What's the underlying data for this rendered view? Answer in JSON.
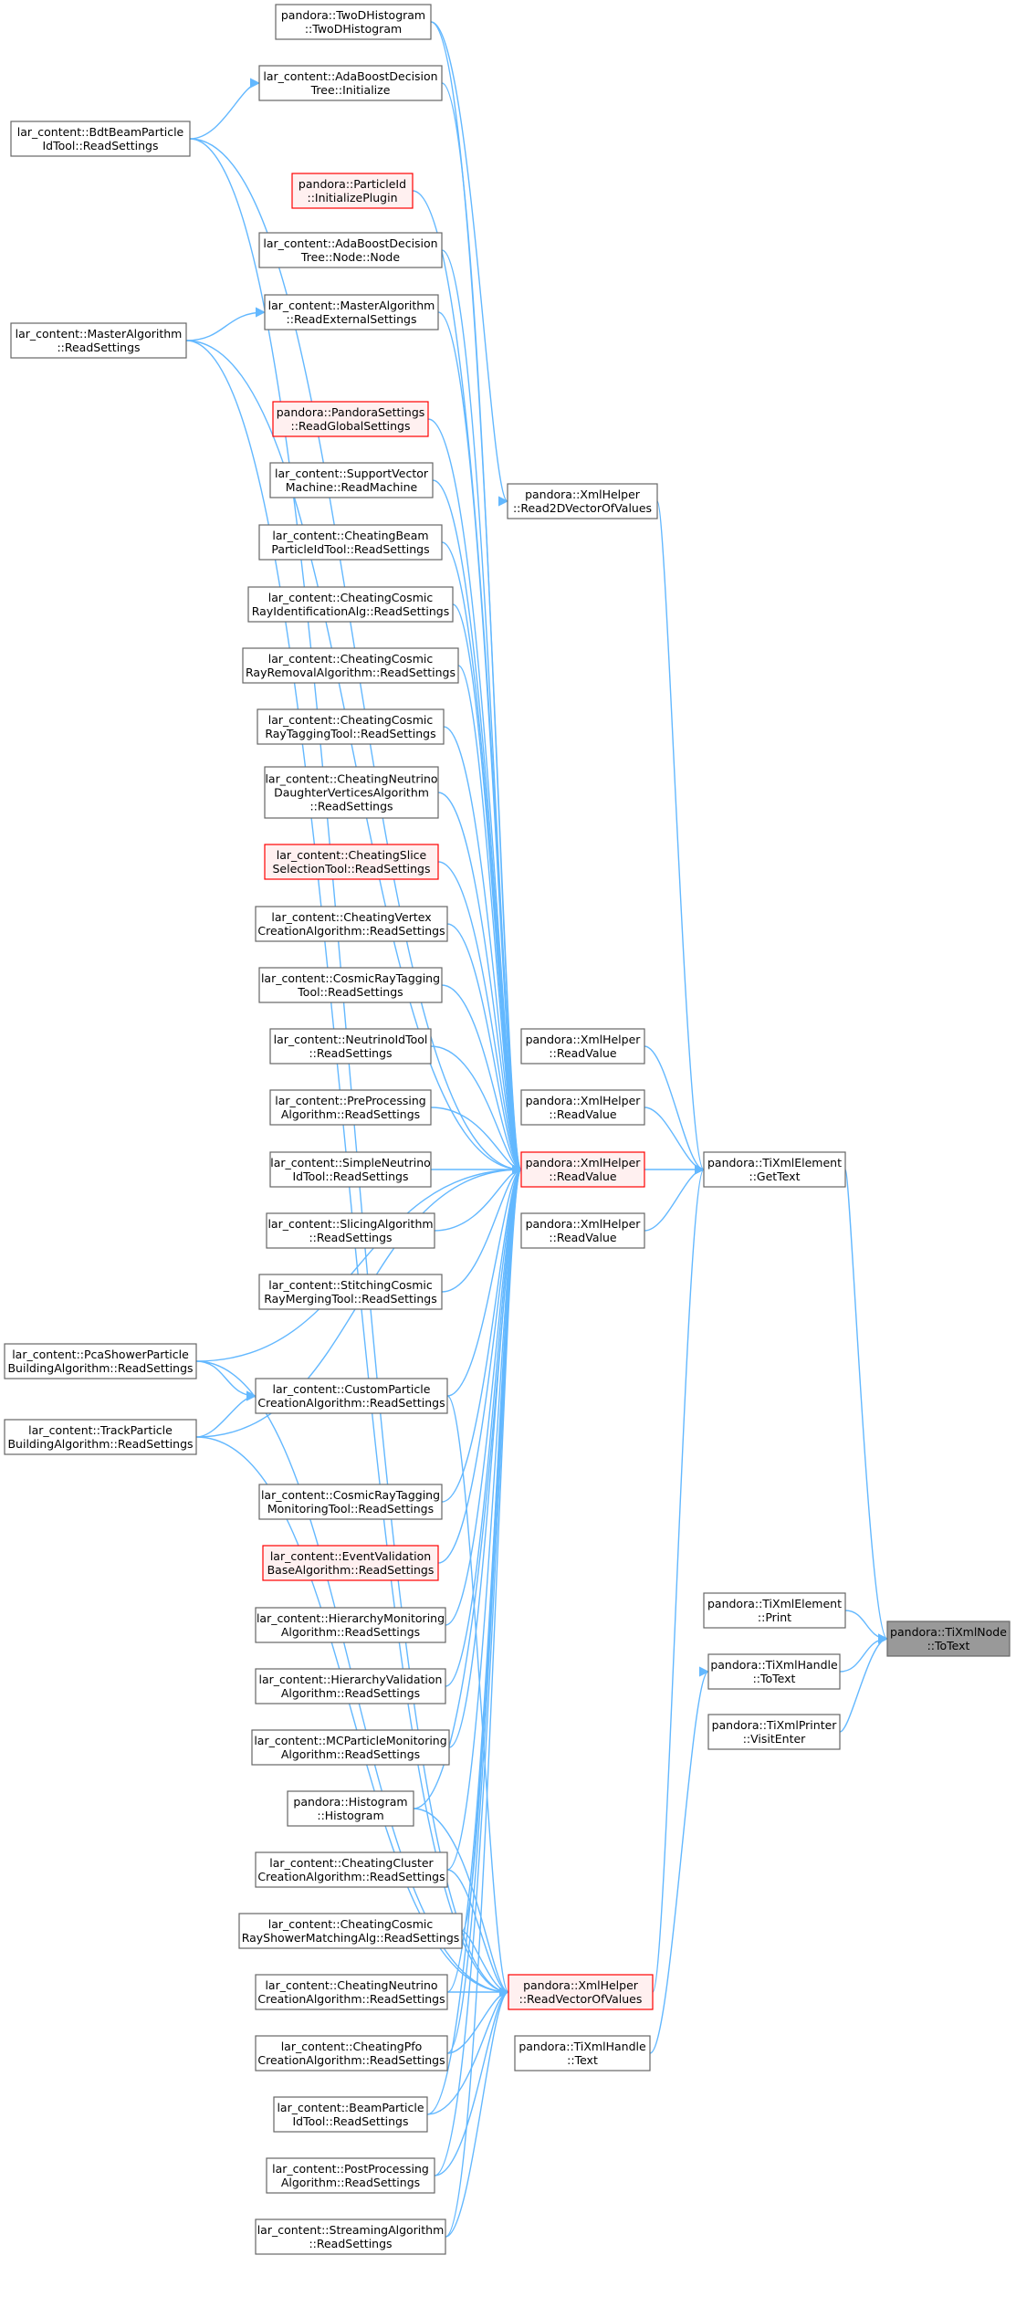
{
  "colors": {
    "node_fill": "#ffffff",
    "node_border": "#666666",
    "highlight_fill": "#fff0f0",
    "highlight_border": "#ff0000",
    "current_fill": "#999999",
    "current_border": "#666666",
    "edge": "#63b8ff"
  },
  "nodes": [
    {
      "id": "two_d_histogram",
      "lines": [
        "pandora::TwoDHistogram",
        "::TwoDHistogram"
      ],
      "style": "normal"
    },
    {
      "id": "adaboost_initialize",
      "lines": [
        "lar_content::AdaBoostDecision",
        "Tree::Initialize"
      ],
      "style": "normal"
    },
    {
      "id": "bdt_beam_read",
      "lines": [
        "lar_content::BdtBeamParticle",
        "IdTool::ReadSettings"
      ],
      "style": "normal"
    },
    {
      "id": "particleid_init",
      "lines": [
        "pandora::ParticleId",
        "::InitializePlugin"
      ],
      "style": "highlight"
    },
    {
      "id": "adaboost_node",
      "lines": [
        "lar_content::AdaBoostDecision",
        "Tree::Node::Node"
      ],
      "style": "normal"
    },
    {
      "id": "master_read_external",
      "lines": [
        "lar_content::MasterAlgorithm",
        "::ReadExternalSettings"
      ],
      "style": "normal"
    },
    {
      "id": "master_read",
      "lines": [
        "lar_content::MasterAlgorithm",
        "::ReadSettings"
      ],
      "style": "normal"
    },
    {
      "id": "pandora_settings_global",
      "lines": [
        "pandora::PandoraSettings",
        "::ReadGlobalSettings"
      ],
      "style": "highlight"
    },
    {
      "id": "svm_read_machine",
      "lines": [
        "lar_content::SupportVector",
        "Machine::ReadMachine"
      ],
      "style": "normal"
    },
    {
      "id": "read_2d_vector",
      "lines": [
        "pandora::XmlHelper",
        "::Read2DVectorOfValues"
      ],
      "style": "normal"
    },
    {
      "id": "cheating_beam",
      "lines": [
        "lar_content::CheatingBeam",
        "ParticleIdTool::ReadSettings"
      ],
      "style": "normal"
    },
    {
      "id": "cheating_cosmic_rayid",
      "lines": [
        "lar_content::CheatingCosmic",
        "RayIdentificationAlg::ReadSettings"
      ],
      "style": "normal"
    },
    {
      "id": "cheating_cosmic_removal",
      "lines": [
        "lar_content::CheatingCosmic",
        "RayRemovalAlgorithm::ReadSettings"
      ],
      "style": "normal"
    },
    {
      "id": "cheating_cosmic_tagging",
      "lines": [
        "lar_content::CheatingCosmic",
        "RayTaggingTool::ReadSettings"
      ],
      "style": "normal"
    },
    {
      "id": "cheating_neutrino_daughter",
      "lines": [
        "lar_content::CheatingNeutrino",
        "DaughterVerticesAlgorithm",
        "::ReadSettings"
      ],
      "style": "normal"
    },
    {
      "id": "cheating_slice",
      "lines": [
        "lar_content::CheatingSlice",
        "SelectionTool::ReadSettings"
      ],
      "style": "highlight"
    },
    {
      "id": "cheating_vertex",
      "lines": [
        "lar_content::CheatingVertex",
        "CreationAlgorithm::ReadSettings"
      ],
      "style": "normal"
    },
    {
      "id": "cosmic_ray_tagging_tool",
      "lines": [
        "lar_content::CosmicRayTagging",
        "Tool::ReadSettings"
      ],
      "style": "normal"
    },
    {
      "id": "neutrino_id_tool",
      "lines": [
        "lar_content::NeutrinoIdTool",
        "::ReadSettings"
      ],
      "style": "normal"
    },
    {
      "id": "xml_read_value_a",
      "lines": [
        "pandora::XmlHelper",
        "::ReadValue"
      ],
      "style": "normal"
    },
    {
      "id": "xml_read_value_b",
      "lines": [
        "pandora::XmlHelper",
        "::ReadValue"
      ],
      "style": "normal"
    },
    {
      "id": "preprocessing",
      "lines": [
        "lar_content::PreProcessing",
        "Algorithm::ReadSettings"
      ],
      "style": "normal"
    },
    {
      "id": "xml_read_value_main",
      "lines": [
        "pandora::XmlHelper",
        "::ReadValue"
      ],
      "style": "highlight"
    },
    {
      "id": "tixml_element_gettext",
      "lines": [
        "pandora::TiXmlElement",
        "::GetText"
      ],
      "style": "normal"
    },
    {
      "id": "simple_neutrino_id",
      "lines": [
        "lar_content::SimpleNeutrino",
        "IdTool::ReadSettings"
      ],
      "style": "normal"
    },
    {
      "id": "slicing_algorithm",
      "lines": [
        "lar_content::SlicingAlgorithm",
        "::ReadSettings"
      ],
      "style": "normal"
    },
    {
      "id": "xml_read_value_c",
      "lines": [
        "pandora::XmlHelper",
        "::ReadValue"
      ],
      "style": "normal"
    },
    {
      "id": "stitching_cosmic",
      "lines": [
        "lar_content::StitchingCosmic",
        "RayMergingTool::ReadSettings"
      ],
      "style": "normal"
    },
    {
      "id": "pca_shower",
      "lines": [
        "lar_content::PcaShowerParticle",
        "BuildingAlgorithm::ReadSettings"
      ],
      "style": "normal"
    },
    {
      "id": "custom_particle",
      "lines": [
        "lar_content::CustomParticle",
        "CreationAlgorithm::ReadSettings"
      ],
      "style": "normal"
    },
    {
      "id": "track_particle",
      "lines": [
        "lar_content::TrackParticle",
        "BuildingAlgorithm::ReadSettings"
      ],
      "style": "normal"
    },
    {
      "id": "cosmic_ray_tagging_monitoring",
      "lines": [
        "lar_content::CosmicRayTagging",
        "MonitoringTool::ReadSettings"
      ],
      "style": "normal"
    },
    {
      "id": "event_validation",
      "lines": [
        "lar_content::EventValidation",
        "BaseAlgorithm::ReadSettings"
      ],
      "style": "highlight"
    },
    {
      "id": "tixml_element_print",
      "lines": [
        "pandora::TiXmlElement",
        "::Print"
      ],
      "style": "normal"
    },
    {
      "id": "tixml_node_totext",
      "lines": [
        "pandora::TiXmlNode",
        "::ToText"
      ],
      "style": "current"
    },
    {
      "id": "hierarchy_monitoring",
      "lines": [
        "lar_content::HierarchyMonitoring",
        "Algorithm::ReadSettings"
      ],
      "style": "normal"
    },
    {
      "id": "tixml_handle_totext",
      "lines": [
        "pandora::TiXmlHandle",
        "::ToText"
      ],
      "style": "normal"
    },
    {
      "id": "hierarchy_validation",
      "lines": [
        "lar_content::HierarchyValidation",
        "Algorithm::ReadSettings"
      ],
      "style": "normal"
    },
    {
      "id": "tixml_printer_visit",
      "lines": [
        "pandora::TiXmlPrinter",
        "::VisitEnter"
      ],
      "style": "normal"
    },
    {
      "id": "mcparticle_monitoring",
      "lines": [
        "lar_content::MCParticleMonitoring",
        "Algorithm::ReadSettings"
      ],
      "style": "normal"
    },
    {
      "id": "histogram_histogram",
      "lines": [
        "pandora::Histogram",
        "::Histogram"
      ],
      "style": "normal"
    },
    {
      "id": "cheating_cluster",
      "lines": [
        "lar_content::CheatingCluster",
        "CreationAlgorithm::ReadSettings"
      ],
      "style": "normal"
    },
    {
      "id": "cheating_cosmic_shower",
      "lines": [
        "lar_content::CheatingCosmic",
        "RayShowerMatchingAlg::ReadSettings"
      ],
      "style": "normal"
    },
    {
      "id": "cheating_neutrino_creation",
      "lines": [
        "lar_content::CheatingNeutrino",
        "CreationAlgorithm::ReadSettings"
      ],
      "style": "normal"
    },
    {
      "id": "xml_read_vector",
      "lines": [
        "pandora::XmlHelper",
        "::ReadVectorOfValues"
      ],
      "style": "highlight"
    },
    {
      "id": "tixml_handle_text",
      "lines": [
        "pandora::TiXmlHandle",
        "::Text"
      ],
      "style": "normal"
    },
    {
      "id": "cheating_pfo",
      "lines": [
        "lar_content::CheatingPfo",
        "CreationAlgorithm::ReadSettings"
      ],
      "style": "normal"
    },
    {
      "id": "beam_particle_id",
      "lines": [
        "lar_content::BeamParticle",
        "IdTool::ReadSettings"
      ],
      "style": "normal"
    },
    {
      "id": "postprocessing",
      "lines": [
        "lar_content::PostProcessing",
        "Algorithm::ReadSettings"
      ],
      "style": "normal"
    },
    {
      "id": "streaming",
      "lines": [
        "lar_content::StreamingAlgorithm",
        "::ReadSettings"
      ],
      "style": "normal"
    }
  ]
}
